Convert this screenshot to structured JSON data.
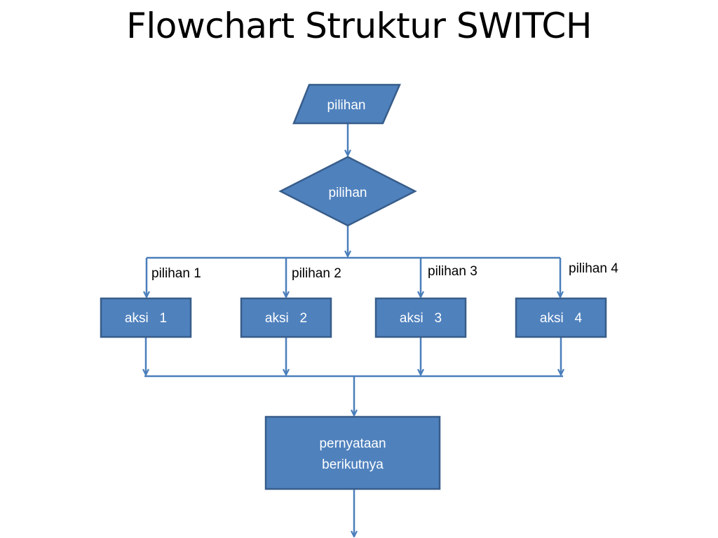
{
  "title": "Flowchart Struktur SWITCH",
  "input_node": {
    "label": "pilihan"
  },
  "decision_node": {
    "label": "pilihan"
  },
  "branches": [
    {
      "case_label": "pilihan 1",
      "action_label": "aksi   1"
    },
    {
      "case_label": "pilihan 2",
      "action_label": "aksi   2"
    },
    {
      "case_label": "pilihan 3",
      "action_label": "aksi   3"
    },
    {
      "case_label": "pilihan 4",
      "action_label": "aksi   4"
    }
  ],
  "next_statement": {
    "line1": "pernyataan",
    "line2": "berikutnya"
  },
  "colors": {
    "shape_fill": "#4F81BD",
    "shape_stroke": "#385D8A",
    "connector": "#4A7EBB"
  }
}
